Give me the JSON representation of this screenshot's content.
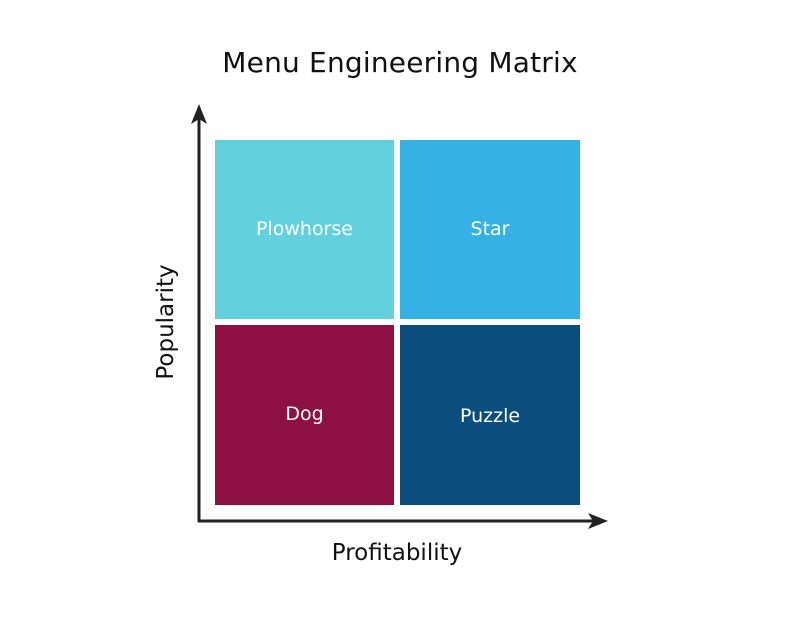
{
  "title": "Menu Engineering Matrix",
  "axes": {
    "x_label": "Profitability",
    "y_label": "Popularity"
  },
  "quadrants": {
    "top_left": {
      "label": "Plowhorse",
      "color": "#62d0dd"
    },
    "top_right": {
      "label": "Star",
      "color": "#36b1e4"
    },
    "bottom_left": {
      "label": "Dog",
      "color": "#8c1040"
    },
    "bottom_right": {
      "label": "Puzzle",
      "color": "#0b4e7d"
    }
  },
  "colors": {
    "axis": "#222222",
    "background": "#ffffff"
  }
}
